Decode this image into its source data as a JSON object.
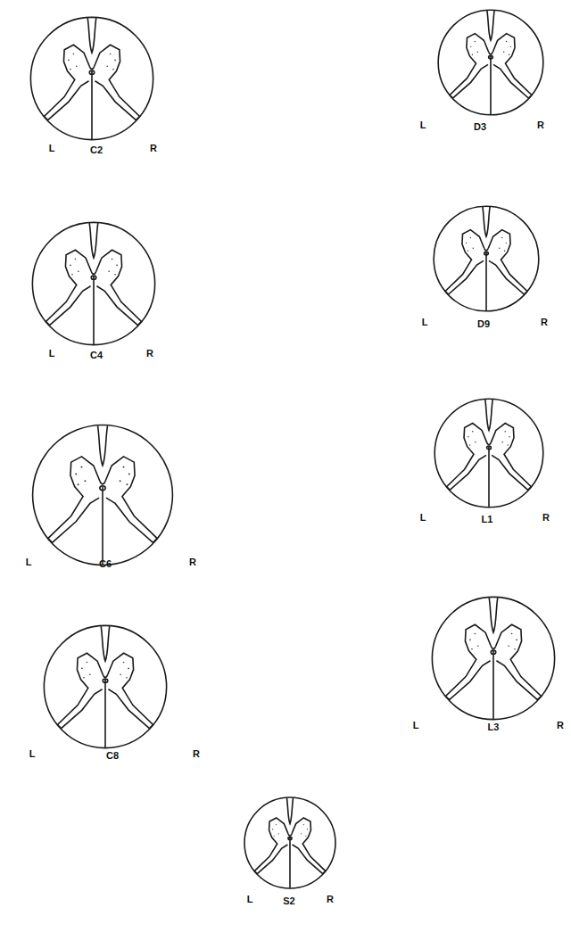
{
  "diagram": {
    "labels": [
      "L",
      "C2",
      "R",
      "L",
      "D3",
      "R",
      "L",
      "C4",
      "R",
      "L",
      "D9",
      "R",
      "L",
      "C6",
      "R",
      "L",
      "L1",
      "R",
      "L",
      "C8",
      "R",
      "L",
      "L3",
      "R",
      "L",
      "S2",
      "R"
    ]
  }
}
